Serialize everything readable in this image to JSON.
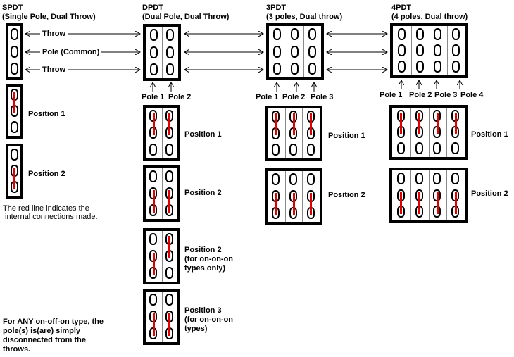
{
  "colors": {
    "connection": "#e00000",
    "divider": "#8a8a8a",
    "ink": "#000000"
  },
  "switches": [
    {
      "id": "spdt",
      "title": "SPDT",
      "subtitle": "(Single Pole, Dual Throw)",
      "poles": 1,
      "pole_labels": [],
      "positions": [
        {
          "label": "Position 1",
          "connections": [
            "top"
          ]
        },
        {
          "label": "Position 2",
          "connections": [
            "bottom"
          ]
        }
      ]
    },
    {
      "id": "dpdt",
      "title": "DPDT",
      "subtitle": "(Dual Pole, Dual Throw)",
      "poles": 2,
      "pole_labels": [
        "Pole 1",
        "Pole 2"
      ],
      "positions": [
        {
          "label": "Position 1",
          "connections": [
            "top",
            "top"
          ]
        },
        {
          "label": "Position 2",
          "connections": [
            "bottom",
            "bottom"
          ]
        },
        {
          "label": "Position 2\n(for on-on-on\ntypes only)",
          "connections": [
            "bottom",
            "top"
          ]
        },
        {
          "label": "Position 3\n(for on-on-on\ntypes)",
          "connections": [
            "bottom",
            "bottom"
          ]
        }
      ]
    },
    {
      "id": "3pdt",
      "title": "3PDT",
      "subtitle": "(3 poles, Dual throw)",
      "poles": 3,
      "pole_labels": [
        "Pole 1",
        "Pole 2",
        "Pole 3"
      ],
      "positions": [
        {
          "label": "Position 1",
          "connections": [
            "top",
            "top",
            "top"
          ]
        },
        {
          "label": "Position 2",
          "connections": [
            "bottom",
            "bottom",
            "bottom"
          ]
        }
      ]
    },
    {
      "id": "4pdt",
      "title": "4PDT",
      "subtitle": "(4 poles, Dual throw)",
      "poles": 4,
      "pole_labels": [
        "Pole 1",
        "Pole 2",
        "Pole 3",
        "Pole 4"
      ],
      "positions": [
        {
          "label": "Position 1",
          "connections": [
            "top",
            "top",
            "top",
            "top"
          ]
        },
        {
          "label": "Position 2",
          "connections": [
            "bottom",
            "bottom",
            "bottom",
            "bottom"
          ]
        }
      ]
    }
  ],
  "terminal_glyph": "0",
  "row_labels": {
    "throw_top": "Throw",
    "pole_common": "Pole (Common)",
    "throw_bottom": "Throw"
  },
  "notes": {
    "red_line": "The red line indicates the\n internal connections made.",
    "on_off_on": "For ANY on-off-on type, the\npole(s) is(are) simply\ndisconnected from the\nthrows."
  }
}
